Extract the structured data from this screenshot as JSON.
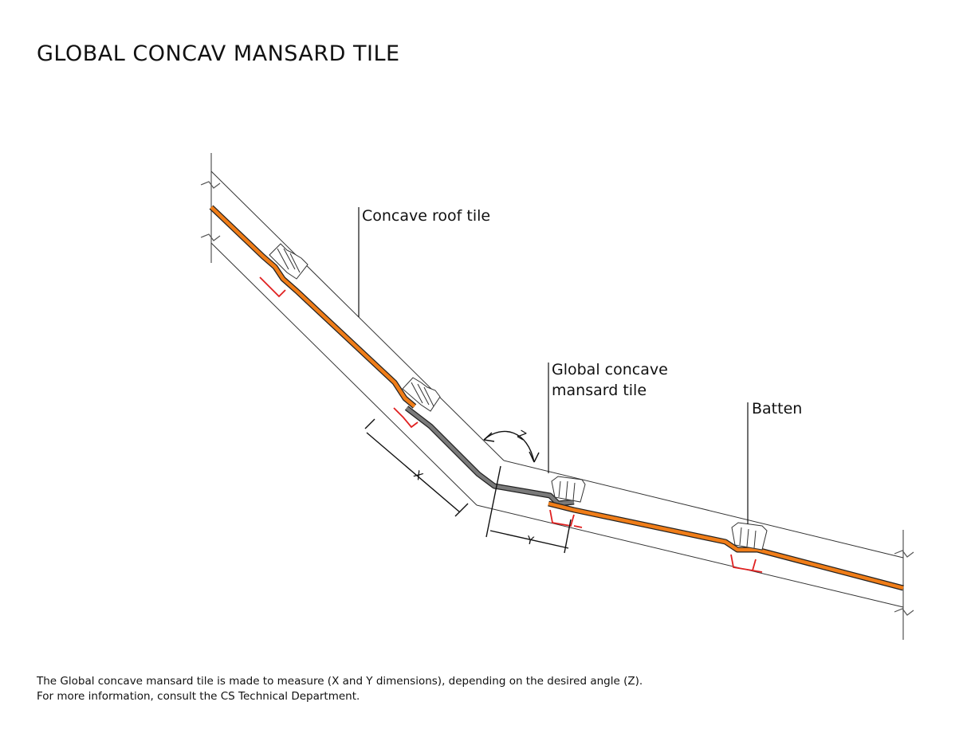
{
  "title": "GLOBAL CONCAV MANSARD TILE",
  "labels": {
    "concave_roof_tile": "Concave roof tile",
    "global_concave_mansard_tile_line1": "Global concave",
    "global_concave_mansard_tile_line2": "mansard tile",
    "batten": "Batten"
  },
  "dimensions": {
    "x": "X",
    "y": "Y",
    "z": "Z"
  },
  "footnote": {
    "line1": "The Global concave mansard tile is made to measure (X and Y dimensions), depending on the desired angle (Z).",
    "line2": "For more information, consult the CS Technical Department."
  },
  "colors": {
    "tile_orange": "#f07d18",
    "mansard_grey": "#7a7a7a",
    "batten_red": "#e02020",
    "outline": "#222222"
  }
}
